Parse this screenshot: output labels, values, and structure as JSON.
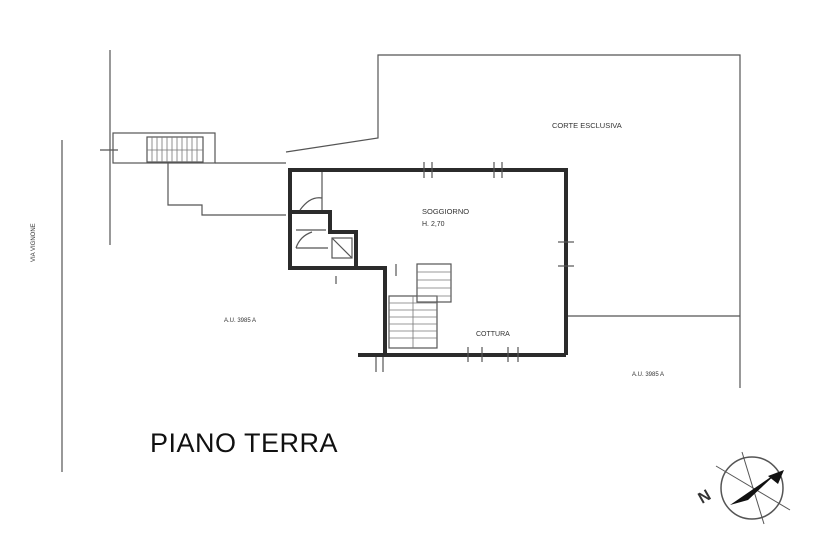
{
  "labels": {
    "courtyard": "CORTE ESCLUSIVA",
    "room_name": "SOGGIORNO",
    "room_height": "H. 2,70",
    "kitchen": "COTTURA",
    "street": "VIA VIGNONE",
    "zone_left": "A.U. 3985 A",
    "zone_right": "A.U. 3985 A"
  },
  "title": "PIANO TERRA",
  "compass": {
    "letter": "N"
  },
  "colors": {
    "ink": "#2b2b2b",
    "text": "#111111"
  }
}
